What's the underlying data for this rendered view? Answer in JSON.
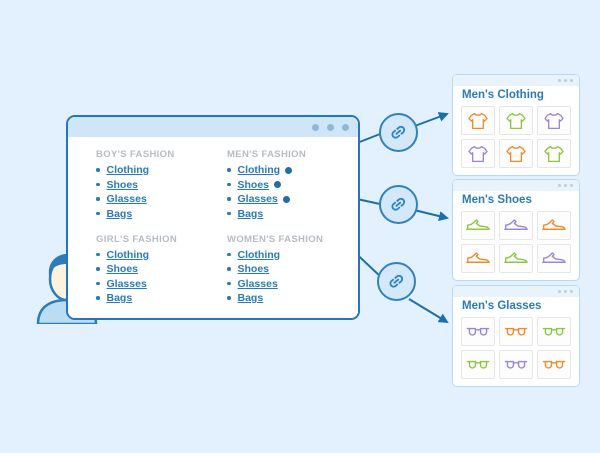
{
  "background_color": "#e2f1fd",
  "accent_color": "#2a7ab8",
  "main_window": {
    "name": "fashion-site-window",
    "titlebar": {
      "dots": 3,
      "dot_color": "#8fb8d4"
    },
    "categories": [
      {
        "heading": "BOY'S FASHION",
        "items": [
          {
            "label": "Clothing",
            "linked": false
          },
          {
            "label": "Shoes",
            "linked": false
          },
          {
            "label": "Glasses",
            "linked": false
          },
          {
            "label": "Bags",
            "linked": false
          }
        ]
      },
      {
        "heading": "MEN'S FASHION",
        "items": [
          {
            "label": "Clothing",
            "linked": true
          },
          {
            "label": "Shoes",
            "linked": true
          },
          {
            "label": "Glasses",
            "linked": true
          },
          {
            "label": "Bags",
            "linked": false
          }
        ]
      },
      {
        "heading": "GIRL'S FASHION",
        "items": [
          {
            "label": "Clothing",
            "linked": false
          },
          {
            "label": "Shoes",
            "linked": false
          },
          {
            "label": "Glasses",
            "linked": false
          },
          {
            "label": "Bags",
            "linked": false
          }
        ]
      },
      {
        "heading": "WOMEN'S FASHION",
        "items": [
          {
            "label": "Clothing",
            "linked": false
          },
          {
            "label": "Shoes",
            "linked": false
          },
          {
            "label": "Glasses",
            "linked": false
          },
          {
            "label": "Bags",
            "linked": false
          }
        ]
      }
    ]
  },
  "avatar": {
    "name": "user-avatar",
    "hair_color": "#2b7cb9",
    "face_color": "#fdf1e0",
    "shirt_color": "#bcdcf4"
  },
  "link_badges": [
    {
      "name": "link-badge-clothing",
      "icon": "chain-link-icon"
    },
    {
      "name": "link-badge-shoes",
      "icon": "chain-link-icon"
    },
    {
      "name": "link-badge-glasses",
      "icon": "chain-link-icon"
    }
  ],
  "panels": [
    {
      "name": "panel-mens-clothing",
      "title": "Men's Clothing",
      "icon_type": "tshirt-icon",
      "tile_colors": [
        "#f08a28",
        "#8cc63f",
        "#9a86d4",
        "#9a86d4",
        "#f08a28",
        "#8cc63f"
      ]
    },
    {
      "name": "panel-mens-shoes",
      "title": "Men's Shoes",
      "icon_type": "sneaker-icon",
      "tile_colors": [
        "#8cc63f",
        "#9a86d4",
        "#f08a28",
        "#f08a28",
        "#8cc63f",
        "#9a86d4"
      ]
    },
    {
      "name": "panel-mens-glasses",
      "title": "Men's Glasses",
      "icon_type": "glasses-icon",
      "tile_colors": [
        "#9a86d4",
        "#f08a28",
        "#8cc63f",
        "#8cc63f",
        "#9a86d4",
        "#f08a28"
      ]
    }
  ]
}
